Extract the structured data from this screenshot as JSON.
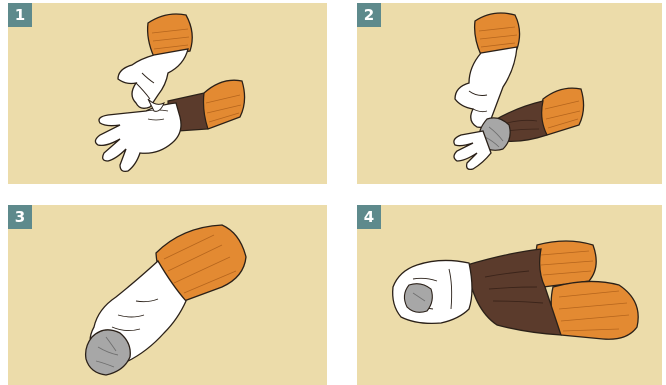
{
  "colors": {
    "panel_background": "#ecdcaa",
    "badge_background": "#5e8a8c",
    "badge_text": "#ffffff",
    "glove_white": "#ffffff",
    "glove_gray": "#a7a7a7",
    "cuff_orange": "#e38a32",
    "dark_skin": "#5b3b2c",
    "outline": "#2a2018"
  },
  "steps": [
    {
      "number": "1",
      "description_icon": "pinch-glove-cuff-icon"
    },
    {
      "number": "2",
      "description_icon": "peel-glove-inside-out-icon"
    },
    {
      "number": "3",
      "description_icon": "hold-removed-glove-in-fist-icon"
    },
    {
      "number": "4",
      "description_icon": "remove-second-glove-icon"
    }
  ]
}
